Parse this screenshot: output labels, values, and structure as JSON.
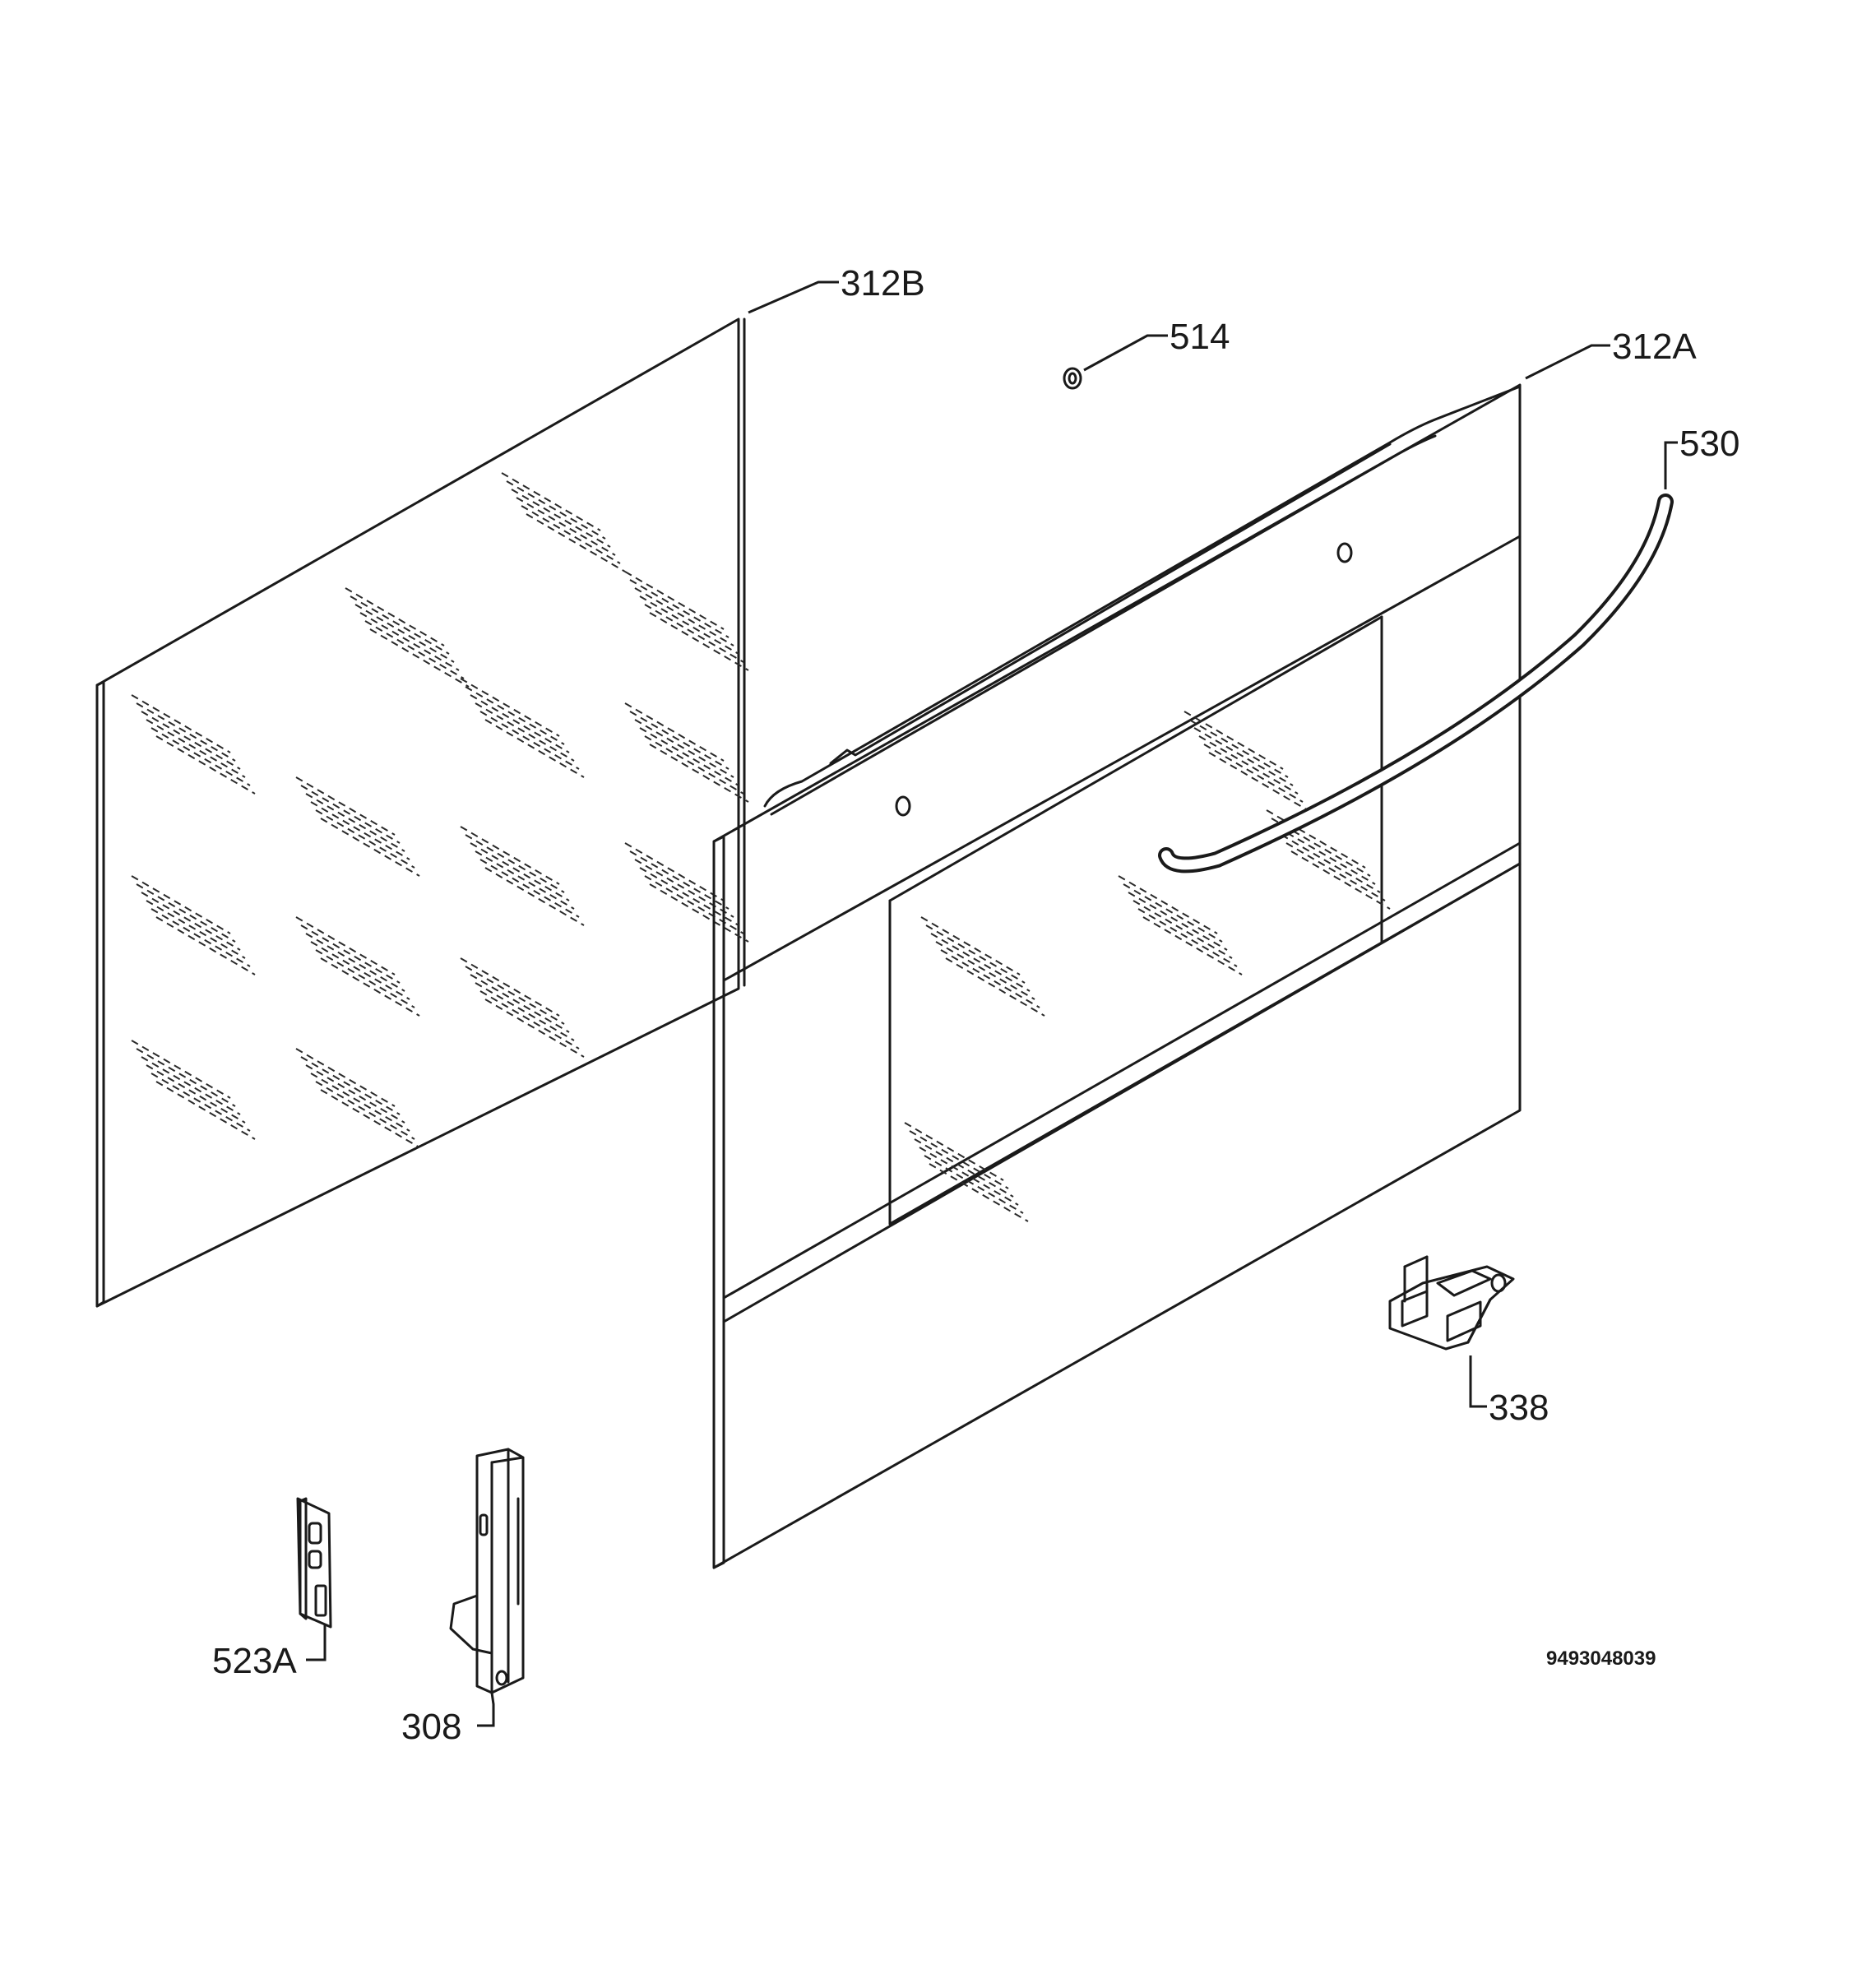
{
  "parts": [
    {
      "id": "312B",
      "label": "312B"
    },
    {
      "id": "514",
      "label": "514"
    },
    {
      "id": "312A",
      "label": "312A"
    },
    {
      "id": "530",
      "label": "530"
    },
    {
      "id": "338",
      "label": "338"
    },
    {
      "id": "523A",
      "label": "523A"
    },
    {
      "id": "308",
      "label": "308"
    }
  ],
  "drawing_number": "9493048039",
  "colors": {
    "line": "#1a1a1a",
    "background": "#ffffff"
  }
}
